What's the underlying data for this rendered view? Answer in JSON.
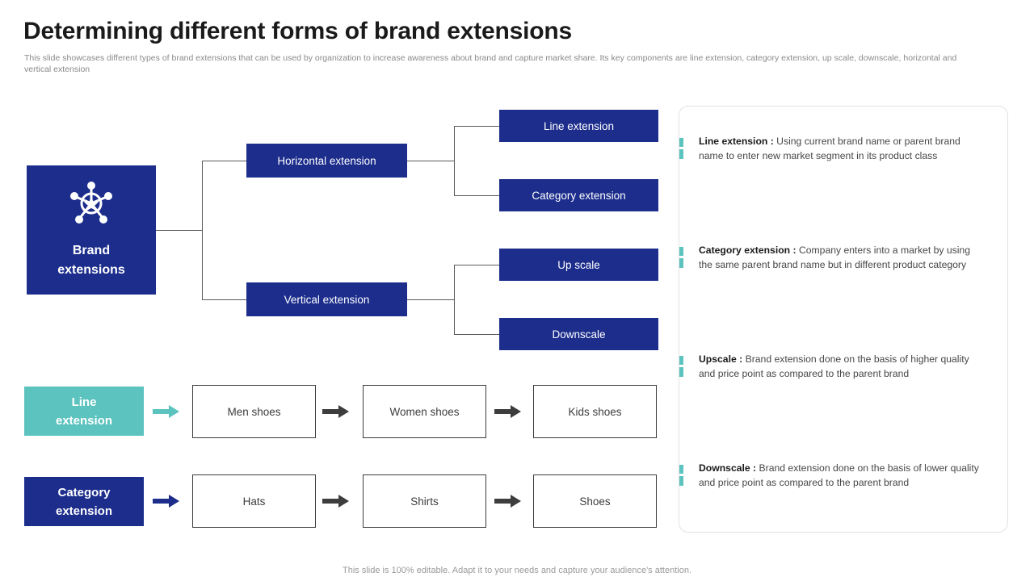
{
  "header": {
    "title": "Determining different forms of brand extensions",
    "subtitle": "This slide showcases different types of brand extensions that can be used by organization to increase awareness about brand and capture market share. Its key components are line extension, category extension, up scale, downscale, horizontal and vertical extension"
  },
  "tree": {
    "root": {
      "label_line1": "Brand",
      "label_line2": "extensions",
      "icon": "brand-network-star-icon"
    },
    "level1": [
      {
        "label": "Horizontal extension"
      },
      {
        "label": "Vertical extension"
      }
    ],
    "level2": [
      {
        "label": "Line extension"
      },
      {
        "label": "Category extension"
      },
      {
        "label": "Up scale"
      },
      {
        "label": "Downscale"
      }
    ]
  },
  "info_panel": {
    "items": [
      {
        "term": "Line extension :",
        "text": " Using current brand name or parent brand name to enter new market segment in its product class"
      },
      {
        "term": "Category extension :",
        "text": " Company enters into a market by using the same parent brand name but in different product category"
      },
      {
        "term": "Upscale :",
        "text": "  Brand extension done on the basis of higher quality and price point as compared to the parent brand"
      },
      {
        "term": "Downscale :",
        "text": "  Brand extension done on the basis of lower quality and price point as compared to the parent brand"
      }
    ]
  },
  "flows": [
    {
      "label_line1": "Line",
      "label_line2": "extension",
      "steps": [
        "Men shoes",
        "Women shoes",
        "Kids shoes"
      ]
    },
    {
      "label_line1": "Category",
      "label_line2": "extension",
      "steps": [
        "Hats",
        "Shirts",
        "Shoes"
      ]
    }
  ],
  "footer": {
    "note": "This slide is 100% editable. Adapt it to your needs and capture your audience's attention."
  },
  "colors": {
    "brand_blue": "#1c2d8c",
    "teal": "#5cc3be",
    "arrow_dark": "#3d3d3d",
    "panel_border": "#e2e2e2",
    "subtitle_gray": "#8a8a8a"
  }
}
